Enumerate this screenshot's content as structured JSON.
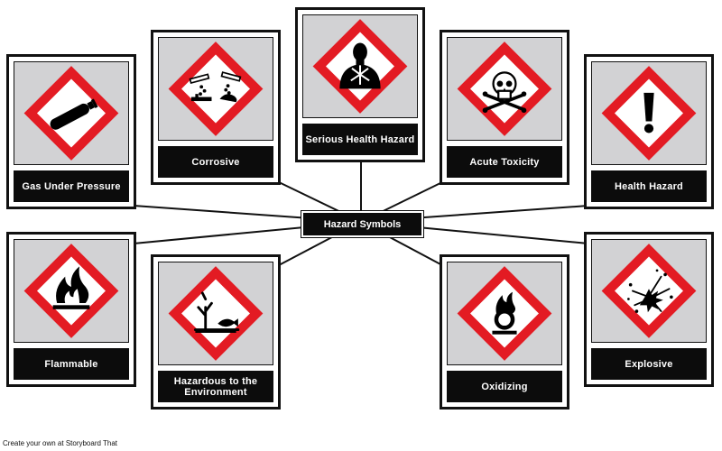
{
  "center": {
    "label": "Hazard Symbols"
  },
  "cards": {
    "gas": {
      "label": "Gas Under Pressure",
      "icon": "gas-cylinder-icon"
    },
    "corrosive": {
      "label": "Corrosive",
      "icon": "corrosion-icon"
    },
    "serious": {
      "label": "Serious Health Hazard",
      "icon": "health-hazard-icon"
    },
    "acute": {
      "label": "Acute Toxicity",
      "icon": "skull-crossbones-icon"
    },
    "health": {
      "label": "Health Hazard",
      "icon": "exclamation-mark-icon"
    },
    "flammable": {
      "label": "Flammable",
      "icon": "flame-icon"
    },
    "environment": {
      "label": "Hazardous to the Environment",
      "icon": "environment-icon"
    },
    "oxidizing": {
      "label": "Oxidizing",
      "icon": "flame-over-circle-icon"
    },
    "explosive": {
      "label": "Explosive",
      "icon": "exploding-bomb-icon"
    }
  },
  "colors": {
    "diamond_border": "#e31b23",
    "panel": "#d2d2d4",
    "label_bg": "#0c0c0c"
  },
  "footer": {
    "text": "Create your own at Storyboard That"
  }
}
